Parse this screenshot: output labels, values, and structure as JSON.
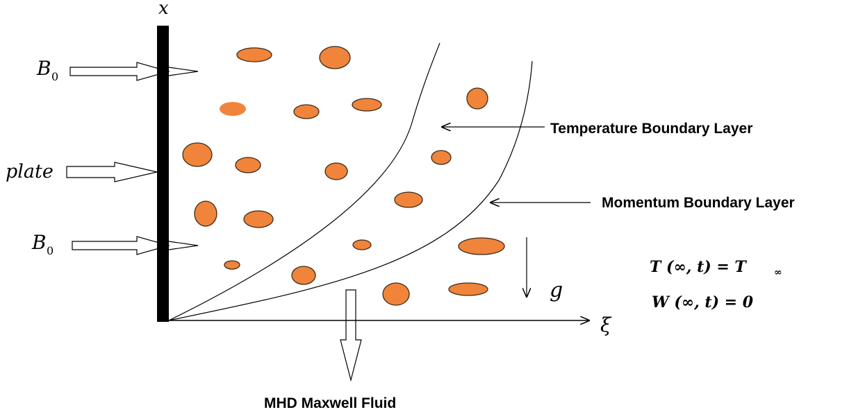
{
  "labels": {
    "x_axis": "x",
    "xi_axis": "ξ",
    "b0_symbol": "B",
    "b0_sub": "0",
    "plate": "plate",
    "gravity": "g",
    "temperature_layer": "Temperature Boundary Layer",
    "momentum_layer": "Momentum Boundary Layer",
    "fluid": "MHD Maxwell Fluid"
  },
  "conditions": {
    "temperature": "T (∞, t) = T",
    "temperature_sub": "∞",
    "velocity": "W (∞, t) = 0"
  },
  "colors": {
    "particle": "#f0843a",
    "particle_outline": "#3a2a1a",
    "line": "#000000"
  }
}
